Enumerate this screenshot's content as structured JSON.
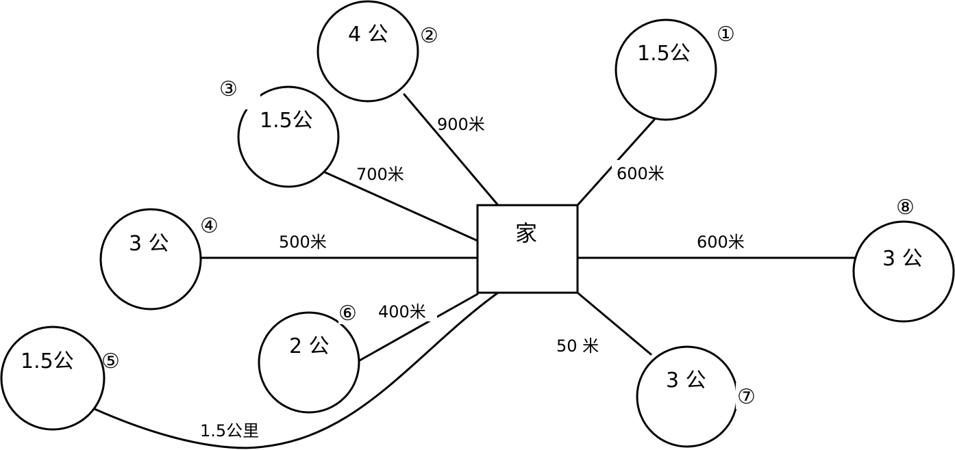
{
  "home": {
    "label": "家"
  },
  "nodes": [
    {
      "id": "n1",
      "number": "①",
      "label": "1.5公",
      "edge_label": "600米"
    },
    {
      "id": "n2",
      "number": "②",
      "label": "4 公",
      "edge_label": "900米"
    },
    {
      "id": "n3",
      "number": "③",
      "label": "1.5公",
      "edge_label": "700米"
    },
    {
      "id": "n4",
      "number": "④",
      "label": "3 公",
      "edge_label": "500米"
    },
    {
      "id": "n5",
      "number": "⑤",
      "label": "1.5公",
      "edge_label": "1.5公里"
    },
    {
      "id": "n6",
      "number": "⑥",
      "label": "2 公",
      "edge_label": "400米"
    },
    {
      "id": "n7",
      "number": "⑦",
      "label": "3 公",
      "edge_label": "50 米"
    },
    {
      "id": "n8",
      "number": "⑧",
      "label": "3 公",
      "edge_label": "600米"
    }
  ]
}
